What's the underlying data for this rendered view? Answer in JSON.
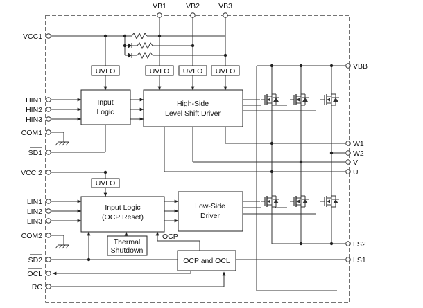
{
  "pins": {
    "vb1": "VB1",
    "vb2": "VB2",
    "vb3": "VB3",
    "vcc1": "VCC1",
    "vbb": "VBB",
    "hin1": "HIN1",
    "hin2": "HIN2",
    "hin3": "HIN3",
    "com1": "COM1",
    "sd1": "SD1",
    "w1": "W1",
    "w2": "W2",
    "v": "V",
    "u": "U",
    "vcc2": "VCC 2",
    "lin1": "LIN1",
    "lin2": "LIN2",
    "lin3": "LIN3",
    "com2": "COM2",
    "ls2": "LS2",
    "sd2": "SD2",
    "ls1": "LS1",
    "ocl": "OCL",
    "rc": "RC"
  },
  "blocks": {
    "uvlo": "UVLO",
    "input_logic": [
      "Input",
      "Logic"
    ],
    "high_side": [
      "High-Side",
      "Level Shift Driver"
    ],
    "input_logic_ocp": [
      "Input Logic",
      "(OCP Reset)"
    ],
    "low_side": [
      "Low-Side",
      "Driver"
    ],
    "thermal": [
      "Thermal",
      "Shutdown"
    ],
    "ocp_label": "OCP",
    "ocp_ocl": "OCP and OCL"
  }
}
